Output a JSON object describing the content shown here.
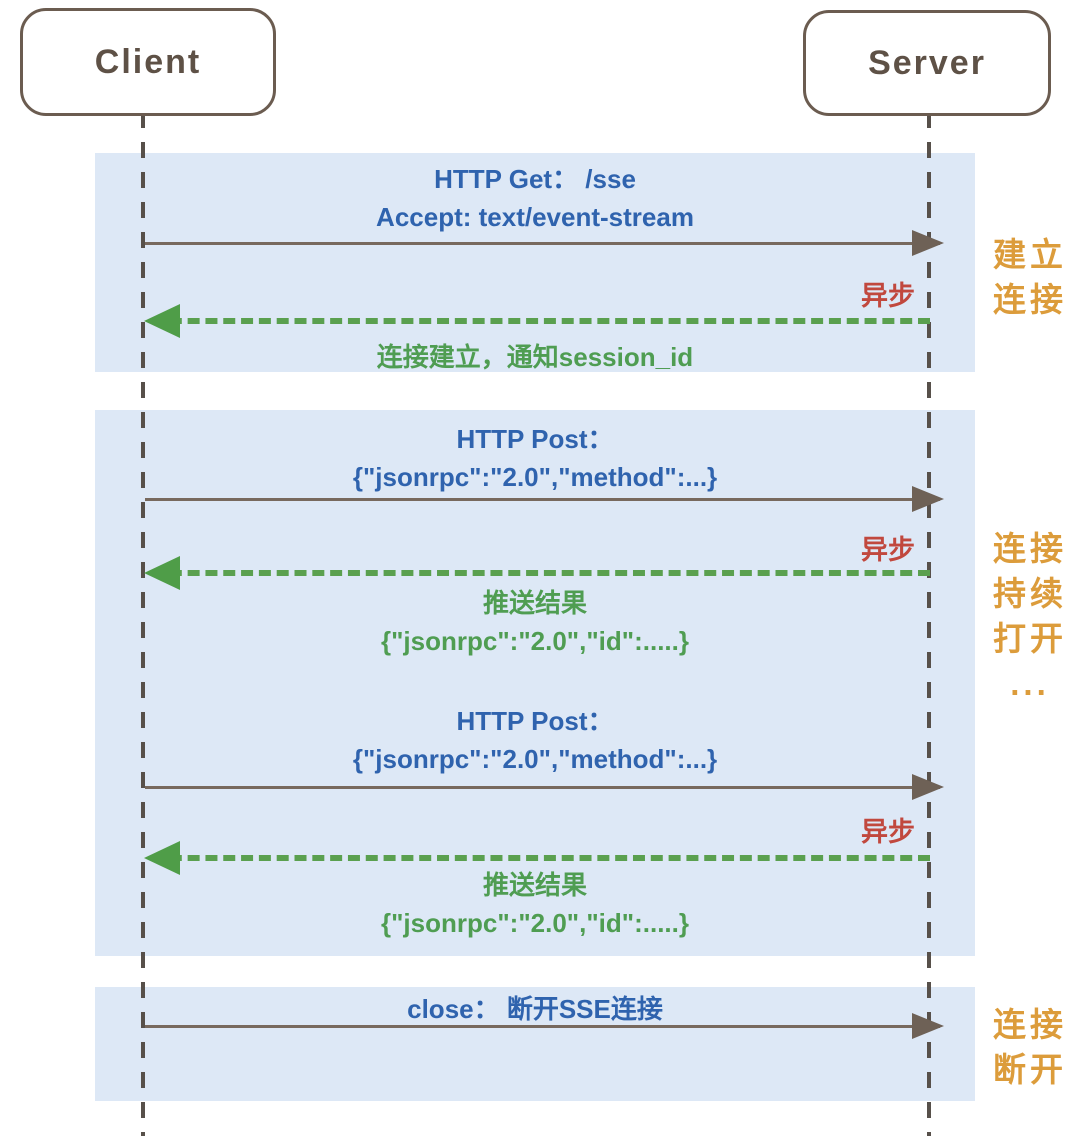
{
  "diagram": {
    "actors": {
      "client": "Client",
      "server": "Server"
    },
    "phase1": {
      "label": [
        "建立",
        "连接"
      ],
      "request_line1": "HTTP Get： /sse",
      "request_line2": "Accept: text/event-stream",
      "async_label": "异步",
      "response_caption": "连接建立，通知session_id"
    },
    "phase2": {
      "label": [
        "连接",
        "持续",
        "打开",
        "..."
      ],
      "exchange1": {
        "request_line1": "HTTP Post：",
        "request_line2": "{\"jsonrpc\":\"2.0\",\"method\":...}",
        "async_label": "异步",
        "response_line1": "推送结果",
        "response_line2": "{\"jsonrpc\":\"2.0\",\"id\":.....}"
      },
      "exchange2": {
        "request_line1": "HTTP Post：",
        "request_line2": "{\"jsonrpc\":\"2.0\",\"method\":...}",
        "async_label": "异步",
        "response_line1": "推送结果",
        "response_line2": "{\"jsonrpc\":\"2.0\",\"id\":.....}"
      }
    },
    "phase3": {
      "label": [
        "连接",
        "断开"
      ],
      "request_line1": "close： 断开SSE连接"
    },
    "colors": {
      "request_text": "#2f63ae",
      "response_text": "#4f9d52",
      "async_text": "#c1483e",
      "phase_label": "#dc9c3b",
      "request_arrow": "#6e6156",
      "response_arrow": "#4f9d48",
      "lifeline": "#57504a",
      "phase_background": "#dde8f6"
    }
  }
}
